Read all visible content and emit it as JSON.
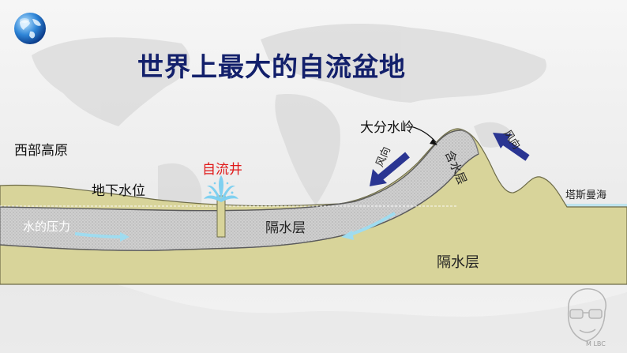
{
  "title": "世界上最大的自流盆地",
  "labels": {
    "plateau": "西部高原",
    "groundwater_level": "地下水位",
    "artesian_well": "自流井",
    "great_dividing_range": "大分水岭",
    "aquifer": "含水层",
    "wind_1": "风向",
    "wind_2": "风向",
    "water_pressure": "水的压力",
    "aquiclude_upper": "隔水层",
    "aquiclude_lower": "隔水层",
    "tasman_sea": "塔斯曼海"
  },
  "watermark": "M LBC",
  "colors": {
    "title": "#13206b",
    "ground": "#d8d49a",
    "aquifer": "#c9c9c9",
    "aquifer_outline": "#8a8a8a",
    "water": "#bfe4ee",
    "arrow_blue": "#2a3592",
    "flow_arrow": "#9fdcf0",
    "well_label": "#e01a1a"
  },
  "icons": [
    "globe-icon",
    "wind-arrow-icon",
    "water-flow-arrow-icon",
    "fountain-icon",
    "face-caricature-icon"
  ]
}
